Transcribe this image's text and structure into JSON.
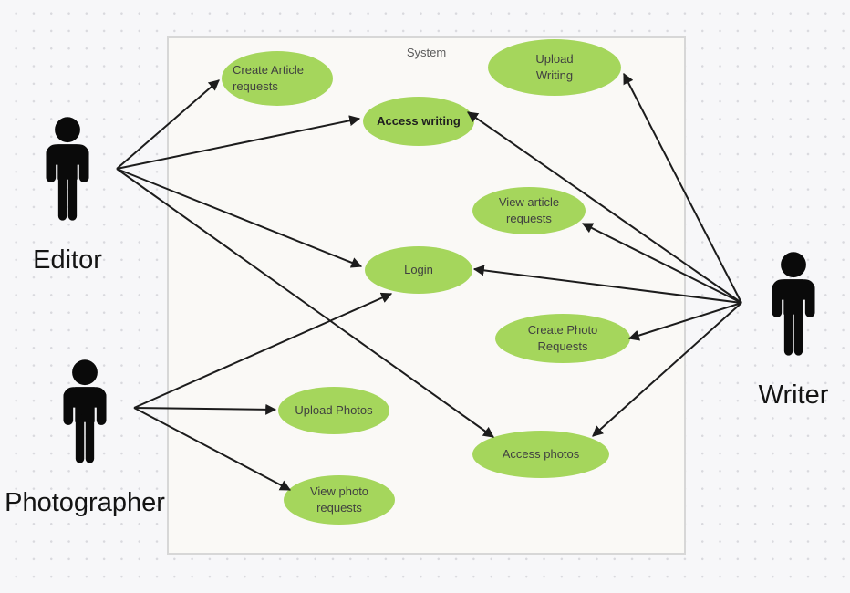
{
  "system": {
    "label": "System"
  },
  "actors": [
    {
      "id": "editor",
      "label": "Editor"
    },
    {
      "id": "photographer",
      "label": "Photographer"
    },
    {
      "id": "writer",
      "label": "Writer"
    }
  ],
  "use_cases": [
    {
      "id": "create-article-requests",
      "label": "Create Article\nrequests"
    },
    {
      "id": "access-writing",
      "label": "Access writing"
    },
    {
      "id": "upload-writing",
      "label": "Upload\nWriting"
    },
    {
      "id": "view-article-requests",
      "label": "View article\nrequests"
    },
    {
      "id": "login",
      "label": "Login"
    },
    {
      "id": "create-photo-requests",
      "label": "Create Photo\nRequests"
    },
    {
      "id": "upload-photos",
      "label": "Upload Photos"
    },
    {
      "id": "access-photos",
      "label": "Access photos"
    },
    {
      "id": "view-photo-requests",
      "label": "View photo\nrequests"
    }
  ],
  "connections": [
    {
      "from": "editor",
      "to": "create-article-requests"
    },
    {
      "from": "editor",
      "to": "access-writing"
    },
    {
      "from": "editor",
      "to": "login"
    },
    {
      "from": "editor",
      "to": "access-photos"
    },
    {
      "from": "photographer",
      "to": "login"
    },
    {
      "from": "photographer",
      "to": "upload-photos"
    },
    {
      "from": "photographer",
      "to": "view-photo-requests"
    },
    {
      "from": "writer",
      "to": "upload-writing"
    },
    {
      "from": "writer",
      "to": "access-writing"
    },
    {
      "from": "writer",
      "to": "view-article-requests"
    },
    {
      "from": "writer",
      "to": "login"
    },
    {
      "from": "writer",
      "to": "create-photo-requests"
    },
    {
      "from": "writer",
      "to": "access-photos"
    }
  ],
  "colors": {
    "usecase_fill": "#a5d65c",
    "arrow": "#1c1c1c",
    "actor": "#0a0a0a",
    "system_border": "#d7d7d7",
    "canvas_bg": "#f7f7f9"
  }
}
